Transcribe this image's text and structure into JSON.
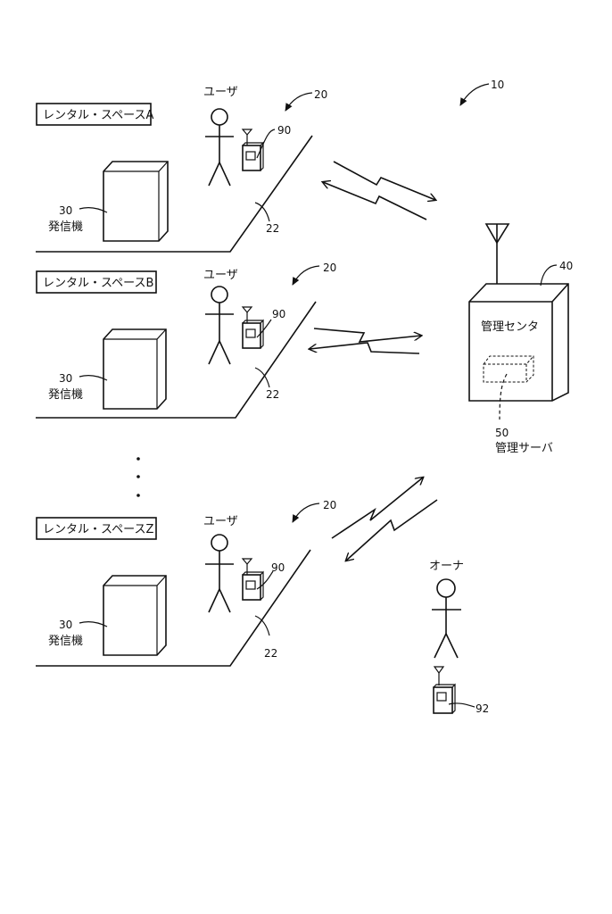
{
  "figure": {
    "system_ref": "10",
    "spaces": [
      {
        "name": "レンタル・スペースA",
        "user_label": "ユーザ",
        "space_ref": "20",
        "floor_ref": "22",
        "terminal_ref": "90",
        "transmitter_ref": "30",
        "transmitter_label": "発信機"
      },
      {
        "name": "レンタル・スペースB",
        "user_label": "ユーザ",
        "space_ref": "20",
        "floor_ref": "22",
        "terminal_ref": "90",
        "transmitter_ref": "30",
        "transmitter_label": "発信機"
      },
      {
        "name": "レンタル・スペースZ",
        "user_label": "ユーザ",
        "space_ref": "20",
        "floor_ref": "22",
        "terminal_ref": "90",
        "transmitter_ref": "30",
        "transmitter_label": "発信機"
      }
    ],
    "center": {
      "label": "管理センタ",
      "ref": "40",
      "server_ref": "50",
      "server_label": "管理サーバ"
    },
    "owner": {
      "label": "オーナ",
      "terminal_ref": "92"
    },
    "ellipsis": "⋮"
  }
}
